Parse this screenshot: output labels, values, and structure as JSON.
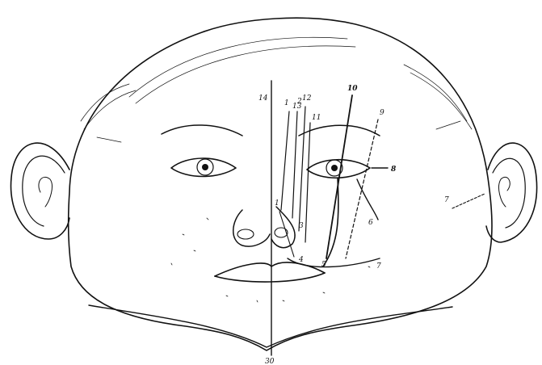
{
  "figure": {
    "labels": {
      "l1a": "1",
      "l1b": "1",
      "l2": "2",
      "l3": "3",
      "l4": "4",
      "l5": "5",
      "l6": "6",
      "l7a": "7",
      "l7b": "7",
      "l8": "8",
      "l9": "9",
      "l10": "10",
      "l11": "11",
      "l12": "12",
      "l13": "13",
      "l14": "14",
      "l30": "30"
    }
  }
}
